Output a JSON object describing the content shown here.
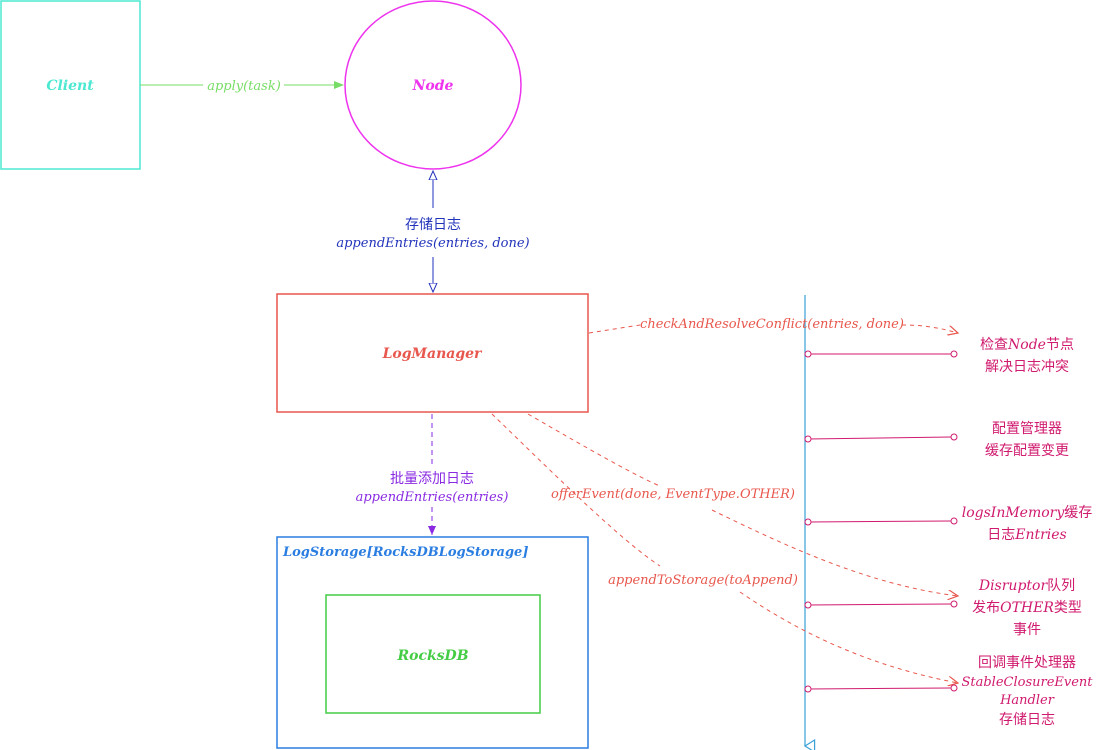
{
  "colors": {
    "client": "#4de8d2",
    "node": "#ee33ee",
    "apply": "#77dd66",
    "append": "#2233bb",
    "logmanager": "#e8574d",
    "batch": "#8a2be2",
    "storage": "#2a7de1",
    "rocksdb": "#44cc44",
    "timeline": "#3aa0d8",
    "steps": "#d01a6e"
  },
  "client": {
    "label": "Client"
  },
  "node": {
    "label": "Node"
  },
  "apply_edge": {
    "label": "apply(task)"
  },
  "append_edge": {
    "title": "存储日志",
    "call": "appendEntries(entries, done)"
  },
  "logmanager": {
    "label": "LogManager"
  },
  "batch_edge": {
    "title": "批量添加日志",
    "call": "appendEntries(entries)"
  },
  "storage": {
    "label": "LogStorage[RocksDBLogStorage]"
  },
  "rocksdb": {
    "label": "RocksDB"
  },
  "calls": {
    "check": "checkAndResolveConflict(entries, done)",
    "offer": "offerEvent(done, EventType.OTHER)",
    "append_to_storage": "appendToStorage(toAppend)"
  },
  "steps": {
    "s1": {
      "l1_a": "检查",
      "l1_b": "Node",
      "l1_c": "节点",
      "l2": "解决日志冲突"
    },
    "s2": {
      "l1": "配置管理器",
      "l2": "缓存配置变更"
    },
    "s3": {
      "l1_a": "logsInMemory",
      "l1_b": "缓存",
      "l2_a": "日志",
      "l2_b": "Entries"
    },
    "s4": {
      "l1_a": "Disruptor",
      "l1_b": "队列",
      "l2_a": "发布",
      "l2_b": "OTHER",
      "l2_c": "类型",
      "l3": "事件"
    },
    "s5": {
      "l1": "回调事件处理器",
      "l2": "StableClosureEvent",
      "l3": "Handler",
      "l4": "存储日志"
    }
  }
}
